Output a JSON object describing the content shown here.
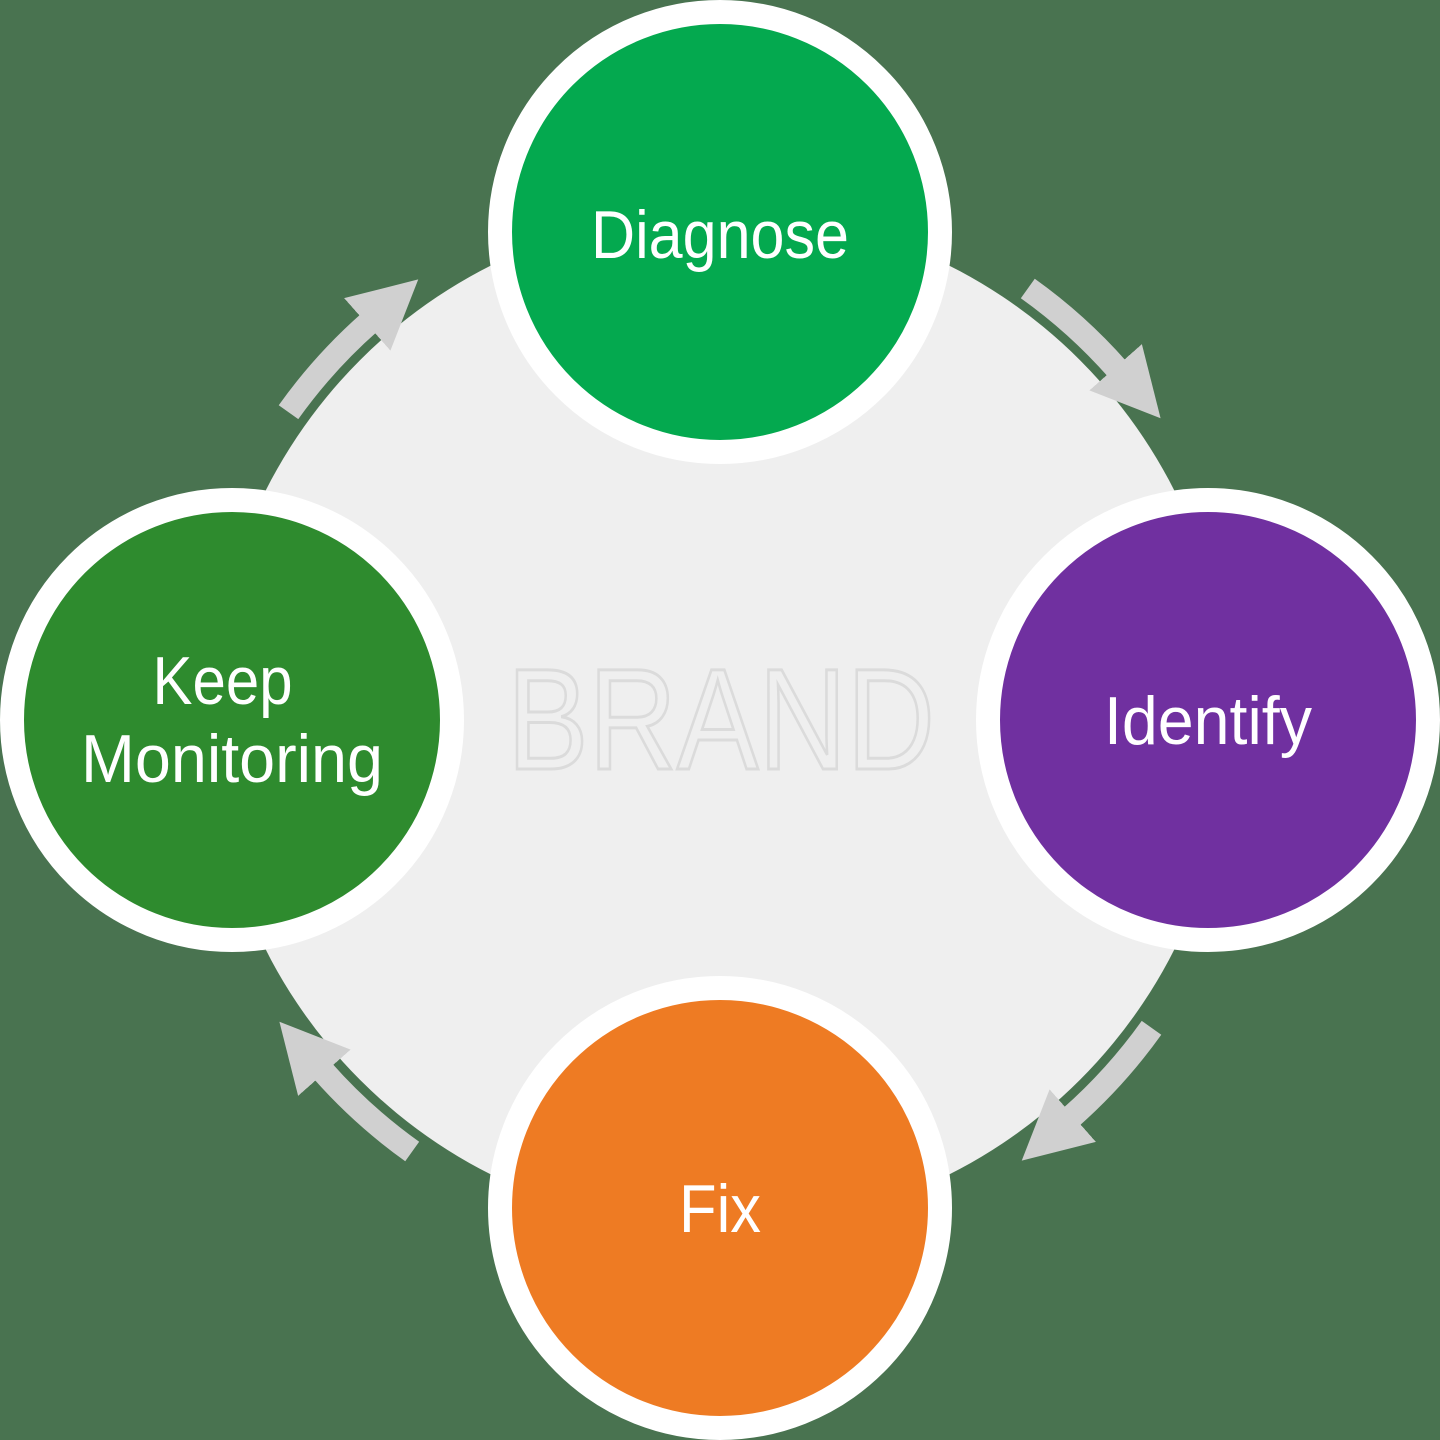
{
  "center": {
    "label": "BRAND"
  },
  "colors": {
    "background": "#497350",
    "center_circle": "#efefef",
    "watermark_outline": "#dbdbdb",
    "arrow": "#d0d0d0",
    "ring_white": "#ffffff",
    "label_text": "#ffffff"
  },
  "nodes": [
    {
      "id": "diagnose",
      "label": "Diagnose",
      "color": "#04a94f",
      "position": "top"
    },
    {
      "id": "identify",
      "label": "Identify",
      "color": "#7030a0",
      "position": "right"
    },
    {
      "id": "fix",
      "label": "Fix",
      "color": "#ee7b23",
      "position": "bottom"
    },
    {
      "id": "keep-monitoring",
      "label": "Keep Monitoring",
      "label_line1": "Keep",
      "label_line2": "Monitoring",
      "color": "#2e8b2e",
      "position": "left"
    }
  ],
  "arrows": [
    {
      "id": "diagnose-to-identify",
      "direction": "clockwise"
    },
    {
      "id": "identify-to-fix",
      "direction": "clockwise"
    },
    {
      "id": "fix-to-keep-monitoring",
      "direction": "clockwise"
    },
    {
      "id": "keep-monitoring-to-diagnose",
      "direction": "clockwise"
    }
  ]
}
